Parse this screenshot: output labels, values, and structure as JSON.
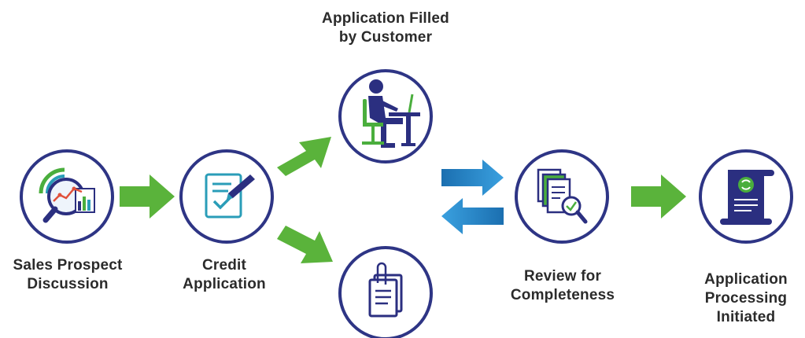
{
  "colors": {
    "circle_border": "#2e3585",
    "arrow_green": "#5ab33b",
    "arrow_blue": "#1f7fc3",
    "icon_navy": "#2b2f80",
    "icon_teal": "#2a9db8",
    "icon_green": "#4aae3d",
    "text": "#2b2b2b"
  },
  "steps": {
    "sales": {
      "line1": "Sales Prospect",
      "line2": "Discussion",
      "icon": "analytics-magnifier-icon"
    },
    "credit": {
      "line1": "Credit",
      "line2": "Application",
      "icon": "form-pen-icon"
    },
    "filled": {
      "line1": "Application Filled",
      "line2": "by Customer",
      "icon": "person-at-computer-icon"
    },
    "documents": {
      "icon": "clipped-documents-icon"
    },
    "review": {
      "line1": "Review for",
      "line2": "Completeness",
      "icon": "document-check-icon"
    },
    "processing": {
      "line1": "Application",
      "line2": "Processing",
      "line3": "Initiated",
      "icon": "scroll-recycle-icon"
    }
  }
}
